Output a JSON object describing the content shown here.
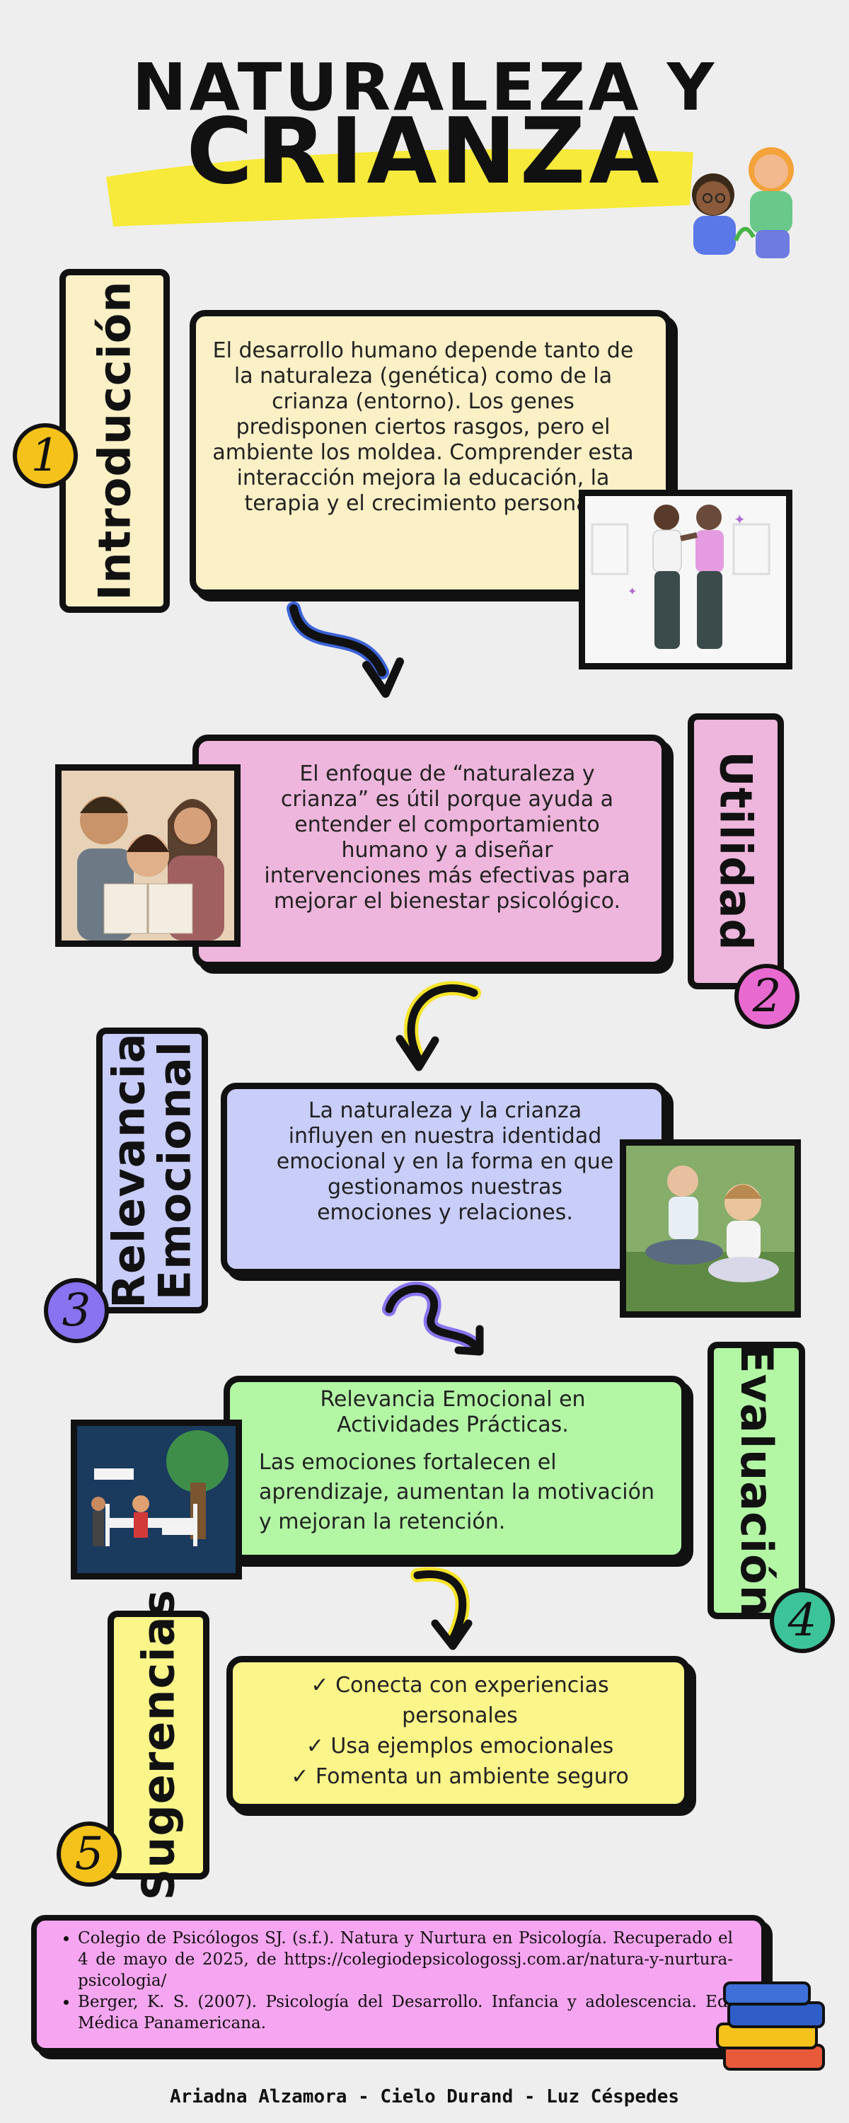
{
  "title": {
    "line1": "NATURALEZA Y",
    "line2": "CRIANZA"
  },
  "sections": [
    {
      "number": "1",
      "tab": "Introducción",
      "text": "El desarrollo humano depende tanto de la naturaleza (genética) como de la crianza (entorno). Los genes predisponen ciertos rasgos, pero el ambiente los moldea. Comprender esta interacción mejora la educación, la terapia y el crecimiento personal.",
      "color": "#fbf0c6",
      "image": "two-boys-illustration"
    },
    {
      "number": "2",
      "tab": "Utilidad",
      "text": "El enfoque de “naturaleza y crianza” es útil porque ayuda a entender el comportamiento humano y a diseñar intervenciones más efectivas para mejorar el bienestar psicológico.",
      "color": "#eeb6dc",
      "image": "family-reading-photo"
    },
    {
      "number": "3",
      "tab_line1": "Relevancia",
      "tab_line2": "Emocional",
      "text": "La naturaleza y la crianza influyen en nuestra identidad emocional y en la forma en que gestionamos nuestras emociones y relaciones.",
      "color": "#c9cdfa",
      "image": "meditation-photo"
    },
    {
      "number": "4",
      "tab": "Evaluación",
      "text_title1": "Relevancia Emocional en",
      "text_title2": "Actividades Prácticas.",
      "text": "Las emociones fortalecen el aprendizaje, aumentan la motivación y mejoran la retención.",
      "color": "#b3f7a5",
      "image": "nurture-nature-illustration"
    },
    {
      "number": "5",
      "tab": "Sugerencias",
      "items": [
        "✓ Conecta con experiencias personales",
        "✓ Usa ejemplos emocionales",
        "✓ Fomenta un ambiente seguro"
      ],
      "color": "#fbf58a"
    }
  ],
  "badge_colors": [
    "#f4c21a",
    "#e86ad0",
    "#8a73f0",
    "#3cc39a",
    "#f4c21a"
  ],
  "references": [
    "Colegio de Psicólogos SJ. (s.f.). Natura y Nurtura en Psicología. Recuperado el 4 de mayo de 2025, de https://colegiodepsicologossj.com.ar/natura-y-nurtura-psicologia/",
    "Berger, K. S. (2007). Psicología del Desarrollo. Infancia y adolescencia. Ed. Médica Panamericana."
  ],
  "footer": "Ariadna Alzamora - Cielo Durand - Luz Céspedes"
}
